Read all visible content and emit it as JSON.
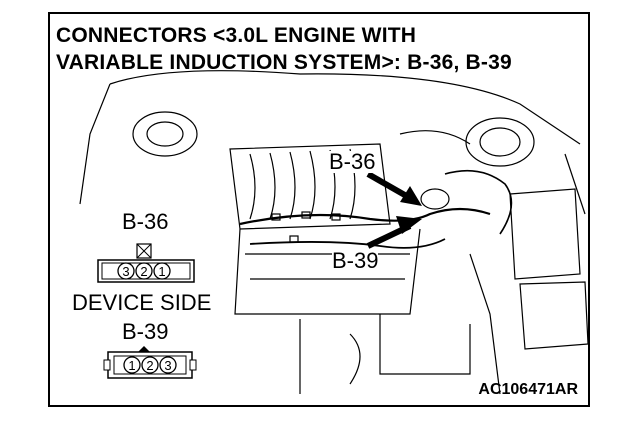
{
  "title": {
    "line1": "CONNECTORS <3.0L ENGINE WITH",
    "line2": "VARIABLE INDUCTION SYSTEM>: B-36, B-39"
  },
  "callouts": {
    "b36": "B-36",
    "b39": "B-39"
  },
  "legend": {
    "b36_label": "B-36",
    "b36_pins": [
      "3",
      "2",
      "1"
    ],
    "device_side": "DEVICE SIDE",
    "b39_label": "B-39",
    "b39_pins": [
      "1",
      "2",
      "3"
    ]
  },
  "figure_code": "AC106471AR"
}
